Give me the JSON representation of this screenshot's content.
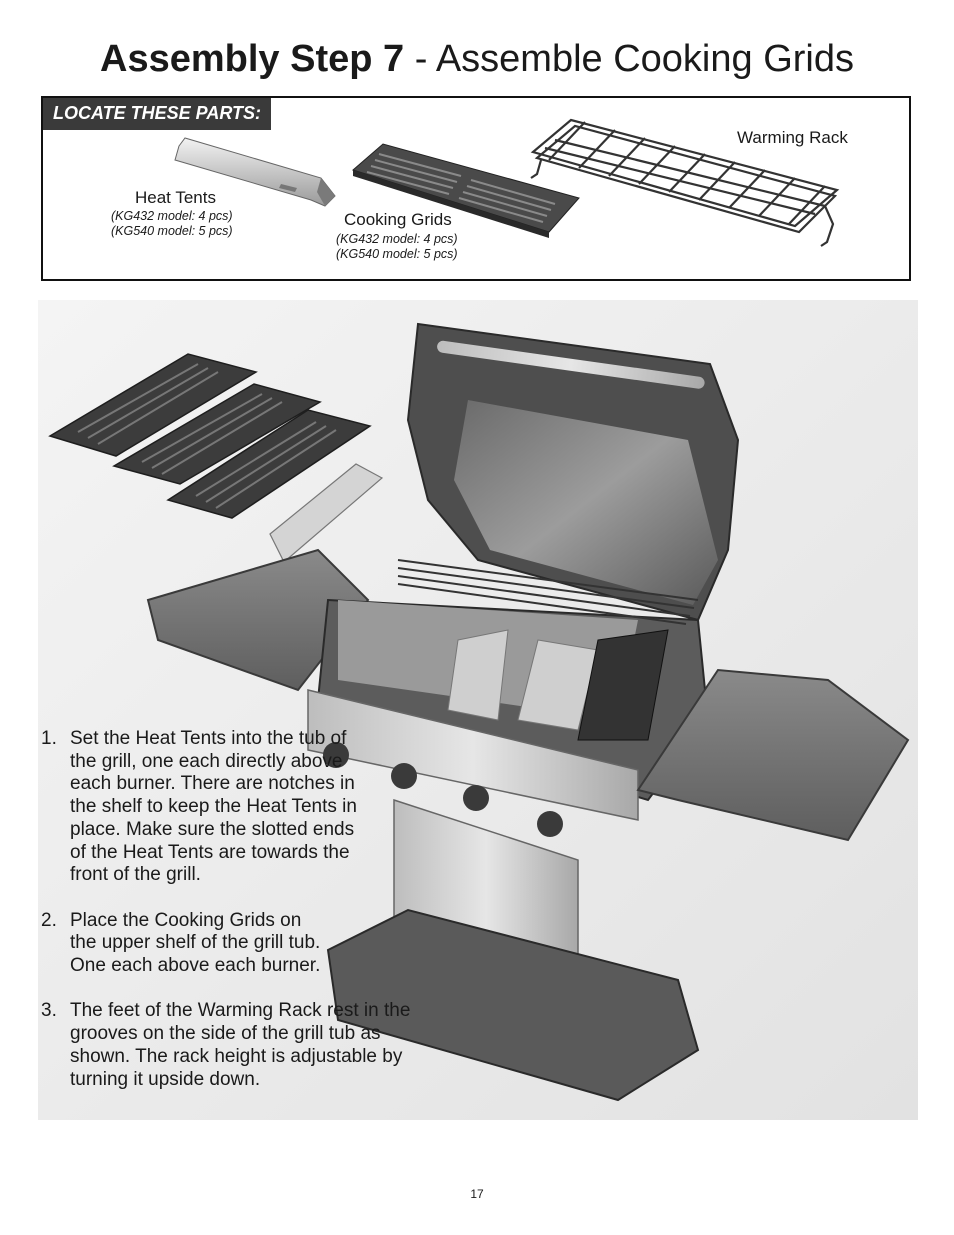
{
  "title": {
    "bold": "Assembly Step 7",
    "rest": " - Assemble Cooking Grids"
  },
  "parts": {
    "header": "LOCATE THESE PARTS:",
    "heat_tents": {
      "label": "Heat Tents",
      "qty1": "(KG432 model: 4 pcs)",
      "qty2": "(KG540 model: 5 pcs)"
    },
    "cooking_grids": {
      "label": "Cooking Grids",
      "qty1": "(KG432 model: 4 pcs)",
      "qty2": "(KG540 model: 5 pcs)"
    },
    "warming_rack": {
      "label": "Warming Rack"
    }
  },
  "steps": [
    {
      "num": "1.",
      "text": "Set the Heat Tents into the tub of the grill, one each directly above each burner. There are notches in the shelf to keep the Heat Tents in place. Make sure the slotted ends of the Heat Tents are towards the front of the grill."
    },
    {
      "num": "2.",
      "text": "Place the Cooking Grids on the upper shelf of the grill tub. One each above each burner."
    },
    {
      "num": "3.",
      "text": "The feet of the Warming Rack rest in the grooves on the side of the grill tub as shown. The rack height is adjustable by turning it upside down."
    }
  ],
  "page_number": "17"
}
